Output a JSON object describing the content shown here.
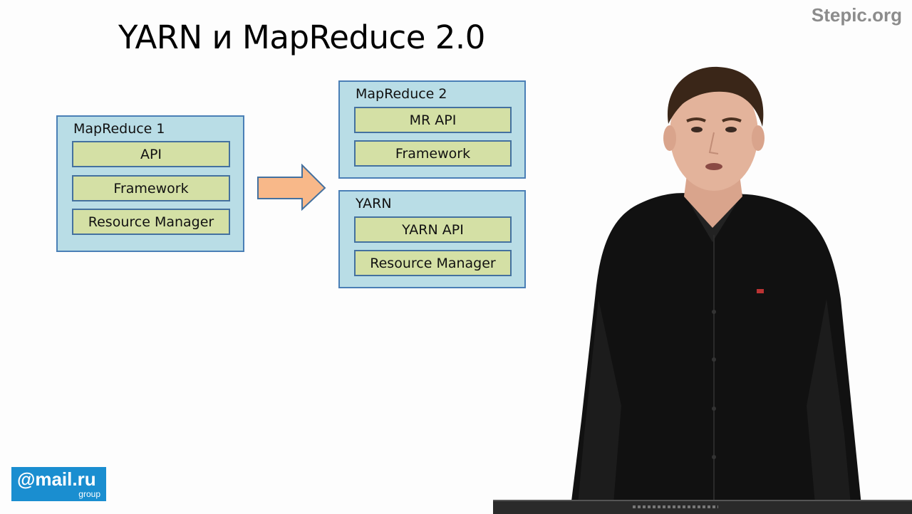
{
  "watermark": "Stepic.org",
  "title": "YARN и MapReduce 2.0",
  "diagram": {
    "left_group": {
      "label": "MapReduce 1",
      "layers": [
        "API",
        "Framework",
        "Resource Manager"
      ]
    },
    "right_top_group": {
      "label": "MapReduce 2",
      "layers": [
        "MR API",
        "Framework"
      ]
    },
    "right_bottom_group": {
      "label": "YARN",
      "layers": [
        "YARN API",
        "Resource Manager"
      ]
    }
  },
  "logo": {
    "main": "@mail.ru",
    "sub": "group"
  },
  "colors": {
    "group_fill": "#b9dde6",
    "layer_fill": "#d4e0a5",
    "border": "#4a7fb6",
    "arrow_fill": "#f8b889"
  }
}
